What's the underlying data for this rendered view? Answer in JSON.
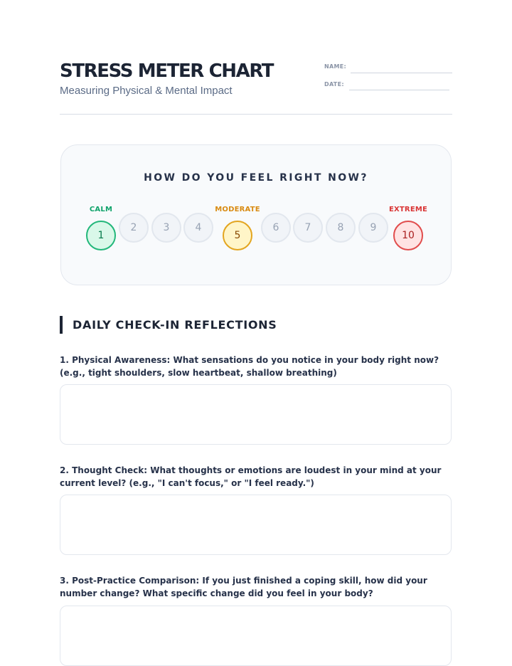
{
  "header": {
    "title": "STRESS METER CHART",
    "subtitle": "Measuring Physical & Mental Impact",
    "name_label": "NAME:",
    "date_label": "DATE:"
  },
  "meter": {
    "heading": "HOW DO YOU FEEL RIGHT NOW?",
    "labels": {
      "calm": "CALM",
      "moderate": "MODERATE",
      "extreme": "EXTREME"
    },
    "scale": [
      "1",
      "2",
      "3",
      "4",
      "5",
      "6",
      "7",
      "8",
      "9",
      "10"
    ],
    "colors": {
      "calm": "#10a36b",
      "moderate": "#d98b12",
      "extreme": "#d93535"
    }
  },
  "reflections": {
    "heading": "DAILY CHECK-IN REFLECTIONS",
    "questions": [
      "1. Physical Awareness: What sensations do you notice in your body right now? (e.g., tight shoulders, slow heartbeat, shallow breathing)",
      "2. Thought Check: What thoughts or emotions are loudest in your mind at your current level? (e.g., \"I can't focus,\" or \"I feel ready.\")",
      "3. Post-Practice Comparison: If you just finished a coping skill, how did your number change? What specific change did you feel in your body?"
    ]
  }
}
